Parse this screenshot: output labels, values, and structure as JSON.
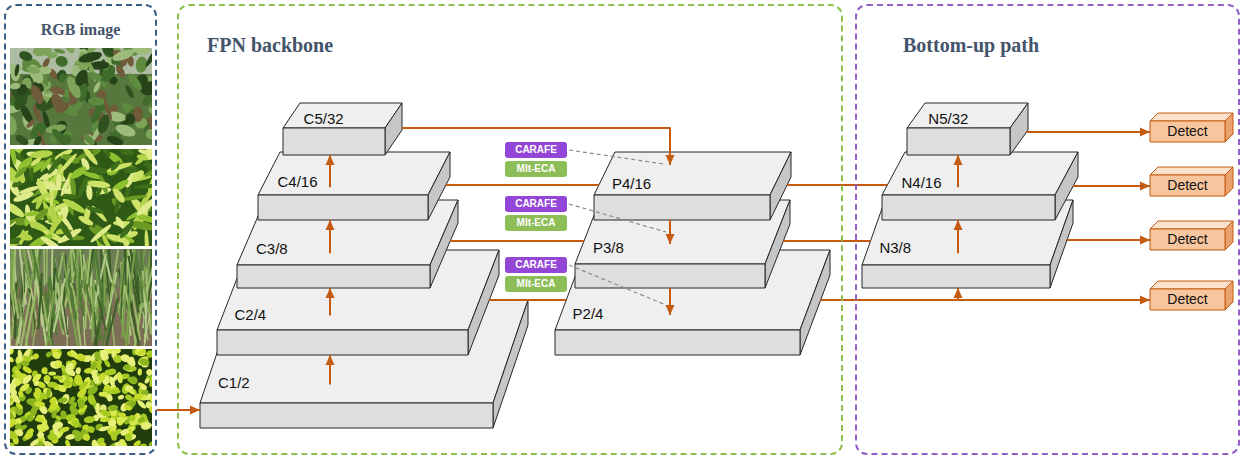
{
  "diagram": {
    "nodes": [
      {
        "text": [
          "RGB image"
        ]
      },
      {
        "text": [
          "FPN backbone"
        ]
      },
      {
        "text": [
          "C5/32"
        ],
        "in": 1
      },
      {
        "text": [
          "C4/16"
        ],
        "in": 1
      },
      {
        "text": [
          "C3/8"
        ],
        "in": 1
      },
      {
        "text": [
          "C2/4"
        ],
        "in": 1
      },
      {
        "text": [
          "C1/2"
        ],
        "in": 1
      },
      {
        "text": [
          "CARAFE"
        ],
        "in": 1
      },
      {
        "text": [
          "Mlt-ECA"
        ],
        "in": 1
      },
      {
        "text": [
          "P4/16"
        ],
        "in": 1
      },
      {
        "text": [
          "CARAFE"
        ],
        "in": 1
      },
      {
        "text": [
          "Mlt-ECA"
        ],
        "in": 1
      },
      {
        "text": [
          "P3/8"
        ],
        "in": 1
      },
      {
        "text": [
          "CARAFE"
        ],
        "in": 1
      },
      {
        "text": [
          "Mlt-ECA"
        ],
        "in": 1
      },
      {
        "text": [
          "P2/4"
        ],
        "in": 1
      },
      {
        "text": [
          "Bottom-up path"
        ]
      },
      {
        "text": [
          "N5/32"
        ],
        "in": 16
      },
      {
        "text": [
          "Detect"
        ],
        "in": 16
      },
      {
        "text": [
          "N4/16"
        ],
        "in": 16
      },
      {
        "text": [
          "Detect"
        ],
        "in": 16
      },
      {
        "text": [
          "N3/8"
        ],
        "in": 16
      },
      {
        "text": [
          "Detect"
        ],
        "in": 16
      },
      {
        "text": [
          "Detect"
        ],
        "in": 16
      }
    ],
    "edges": [
      {
        "from": 0,
        "to": 6,
        "arrow": "to"
      },
      {
        "from": 6,
        "to": 5,
        "arrow": "to"
      },
      {
        "from": 5,
        "to": 4,
        "arrow": "to"
      },
      {
        "from": 4,
        "to": 3,
        "arrow": "to"
      },
      {
        "from": 3,
        "to": 2,
        "arrow": "to"
      },
      {
        "from": 2,
        "to": 9,
        "arrow": "to"
      },
      {
        "from": 3,
        "to": 9,
        "arrow": "none"
      },
      {
        "from": 4,
        "to": 12,
        "arrow": "none"
      },
      {
        "from": 5,
        "to": 15,
        "arrow": "none"
      },
      {
        "from": 9,
        "to": 12,
        "arrow": "to"
      },
      {
        "from": 12,
        "to": 15,
        "arrow": "to"
      },
      {
        "from": 9,
        "to": 19,
        "arrow": "none"
      },
      {
        "from": 12,
        "to": 21,
        "arrow": "none"
      },
      {
        "from": 15,
        "to": 21,
        "arrow": "to"
      },
      {
        "from": 15,
        "to": 23,
        "arrow": "to"
      },
      {
        "from": 21,
        "to": 19,
        "arrow": "to"
      },
      {
        "from": 19,
        "to": 17,
        "arrow": "to"
      },
      {
        "from": 17,
        "to": 18,
        "arrow": "to"
      },
      {
        "from": 19,
        "to": 20,
        "arrow": "to"
      },
      {
        "from": 21,
        "to": 22,
        "arrow": "to"
      }
    ]
  }
}
